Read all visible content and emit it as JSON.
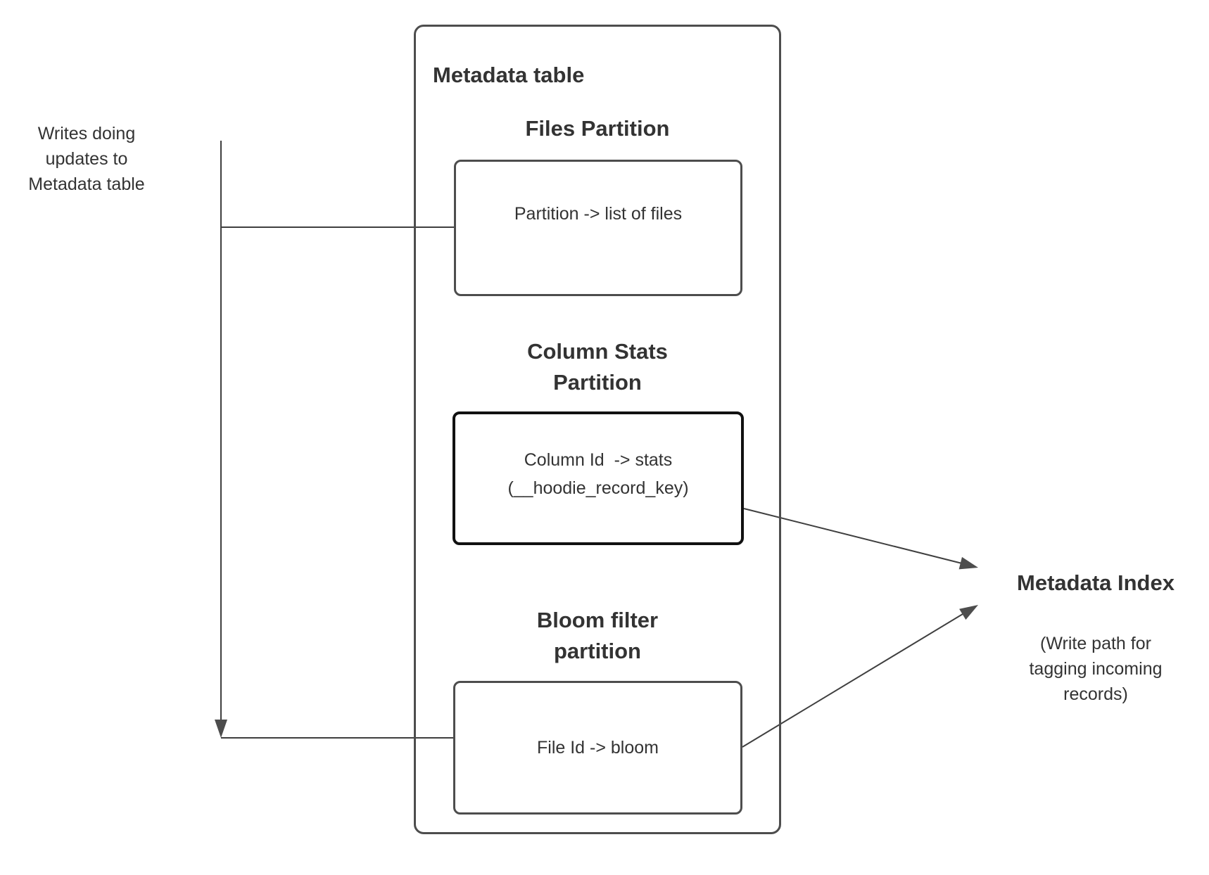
{
  "annotation": {
    "line1": "Writes doing",
    "line2": "updates to",
    "line3": "Metadata table"
  },
  "metadata_table": {
    "title": "Metadata table",
    "files": {
      "heading": "Files Partition",
      "label": "Partition -> list of files"
    },
    "column_stats": {
      "heading_line1": "Column Stats",
      "heading_line2": "Partition",
      "label_line1": "Column Id  -> stats",
      "label_line2": "(__hoodie_record_key)"
    },
    "bloom": {
      "heading_line1": "Bloom filter",
      "heading_line2": "partition",
      "label": "File Id -> bloom"
    }
  },
  "metadata_index": {
    "title": "Metadata Index",
    "subtitle_line1": "(Write path for",
    "subtitle_line2": "tagging incoming",
    "subtitle_line3": "records)"
  },
  "colors": {
    "connector": "#3f3f3f",
    "arrowhead": "#4d4d4d",
    "box_border": "#4d4d4d",
    "emphasis_border": "#111111",
    "text": "#333333",
    "background": "#ffffff"
  }
}
